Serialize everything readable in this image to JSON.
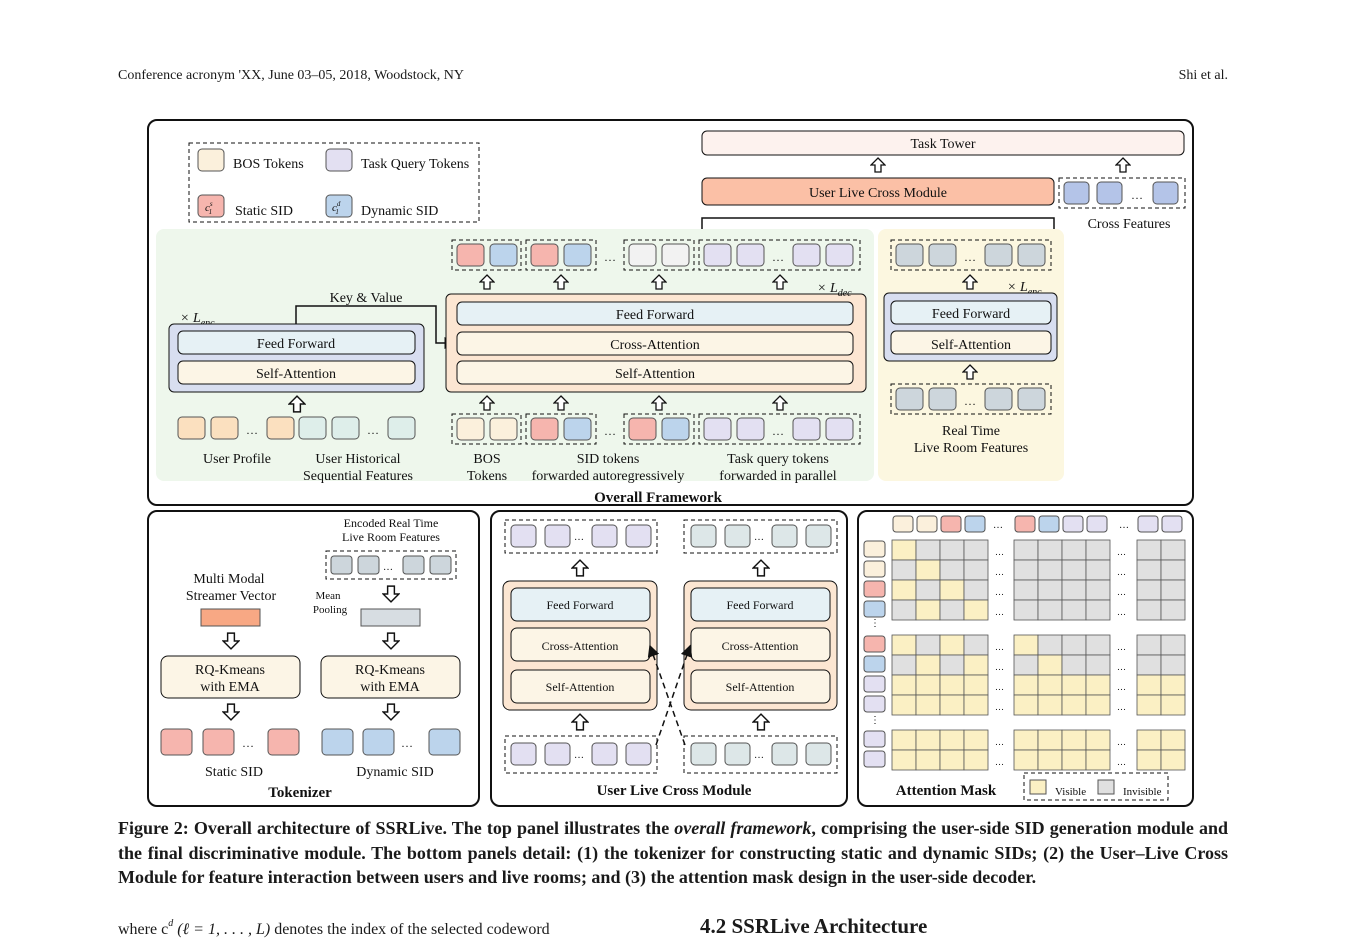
{
  "header": {
    "left": "Conference acronym 'XX, June 03–05, 2018, Woodstock, NY",
    "right": "Shi et al."
  },
  "legend": {
    "bos": "BOS Tokens",
    "task_query": "Task Query Tokens",
    "static_sid": "Static SID",
    "dynamic_sid": "Dynamic SID"
  },
  "top": {
    "task_tower": "Task Tower",
    "ulcm": "User Live Cross Module",
    "cross_features": "Cross Features",
    "key_value": "Key & Value",
    "x_lenc": "× L",
    "enc_sub": "enc",
    "x_ldec": "× L",
    "dec_sub": "dec",
    "feed_forward": "Feed Forward",
    "cross_attention": "Cross-Attention",
    "self_attention": "Self-Attention",
    "user_profile": "User Profile",
    "uhsf_line1": "User Historical",
    "uhsf_line2": "Sequential Features",
    "bos_line1": "BOS",
    "bos_line2": "Tokens",
    "sid_line1": "SID tokens",
    "sid_line2": "forwarded autoregressively",
    "tq_line1": "Task query tokens",
    "tq_line2": "forwarded in parallel",
    "rt_line1": "Real Time",
    "rt_line2": "Live Room Features",
    "title": "Overall Framework"
  },
  "tokenizer": {
    "enc_line1": "Encoded Real Time",
    "enc_line2": "Live Room Features",
    "mm_line1": "Multi Modal",
    "mm_line2": "Streamer Vector",
    "mean1": "Mean",
    "mean2": "Pooling",
    "rq1": "RQ-Kmeans",
    "rq2": "with EMA",
    "static_sid": "Static SID",
    "dynamic_sid": "Dynamic SID",
    "title": "Tokenizer"
  },
  "ulcm_panel": {
    "feed_forward": "Feed Forward",
    "cross_attention": "Cross-Attention",
    "self_attention": "Self-Attention",
    "title": "User Live Cross Module"
  },
  "mask": {
    "title": "Attention Mask",
    "visible": "Visible",
    "invisible": "Invisible"
  },
  "caption": {
    "label": "Figure 2: Overall architecture of SSRLive. The top panel illustrates the ",
    "italic": "overall framework",
    "rest": ", comprising the user-side SID generation module and the final discriminative module. The bottom panels detail: (1) the tokenizer for constructing static and dynamic SIDs; (2) the User–Live Cross Module for feature interaction between users and live rooms; and (3) the attention mask design in the user-side decoder."
  },
  "body_text": "where c",
  "body_text_rest": " denotes the index of the selected codeword",
  "section": "4.2   SSRLive Architecture",
  "colors": {
    "bos": "#fbf0dc",
    "task_query": "#e3e0f2",
    "static_sid": "#f6b5ae",
    "dynamic_sid": "#bcd4ec",
    "profile": "#fbe0bf",
    "history": "#deeeea",
    "green_bg": "#eef7ec",
    "yellow_bg": "#fcf7e0",
    "ffn": "#e6f1f5",
    "attn": "#fcf5e6",
    "ulcm": "#fbc0a6",
    "tower": "#fdf2ee",
    "visible": "#fbf0c4",
    "invisible": "#e0e0e0",
    "cross": "#b4c4e8"
  }
}
